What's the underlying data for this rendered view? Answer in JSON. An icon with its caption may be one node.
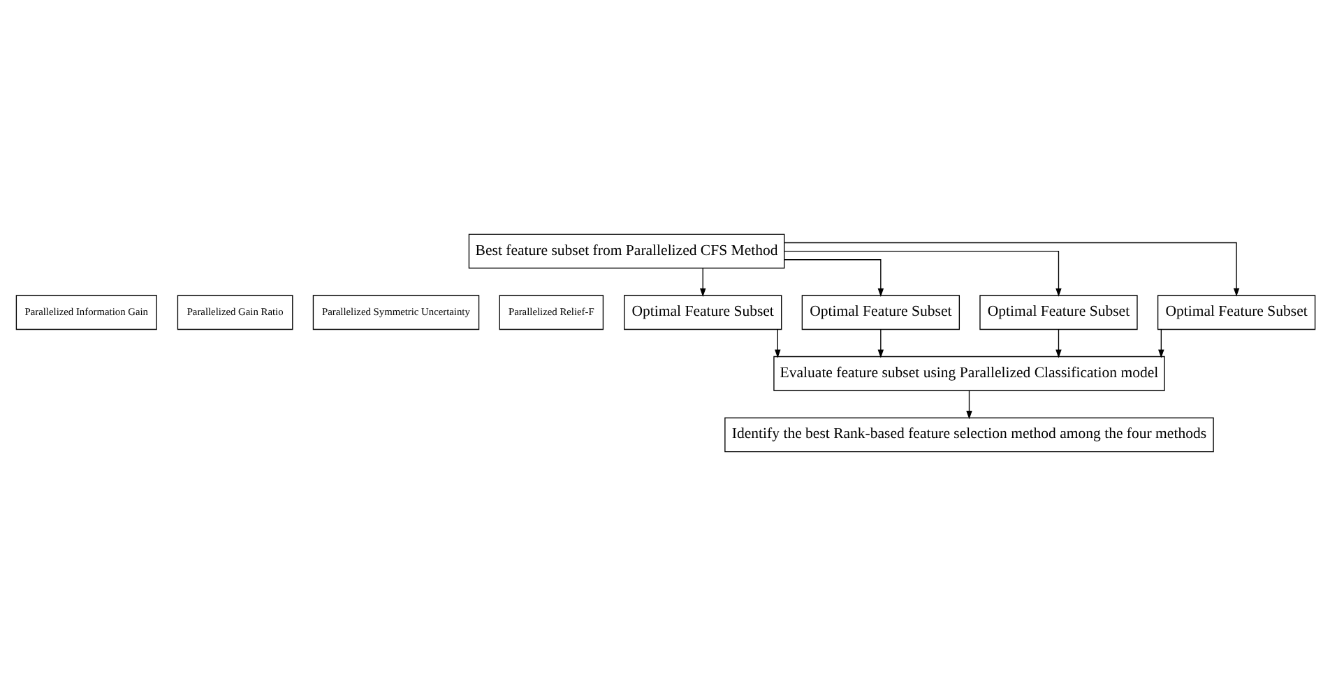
{
  "diagram": {
    "nodes": [
      {
        "text": [
          "Best feature subset from Parallelized CFS Method"
        ]
      },
      {
        "text": [
          "Parallelized Information Gain"
        ]
      },
      {
        "text": [
          "Parallelized Gain Ratio"
        ]
      },
      {
        "text": [
          "Parallelized Symmetric Uncertainty"
        ]
      },
      {
        "text": [
          "Parallelized Relief-F"
        ]
      },
      {
        "text": [
          "Optimal Feature Subset"
        ]
      },
      {
        "text": [
          "Optimal Feature Subset"
        ]
      },
      {
        "text": [
          "Optimal Feature Subset"
        ]
      },
      {
        "text": [
          "Optimal Feature Subset"
        ]
      },
      {
        "text": [
          "Evaluate feature subset using Parallelized Classification model"
        ]
      },
      {
        "text": [
          "Identify the best Rank-based feature selection method among the four methods"
        ]
      }
    ],
    "edges": [
      {
        "from": 0,
        "to": 5,
        "arrow": "to"
      },
      {
        "from": 0,
        "to": 6,
        "arrow": "to"
      },
      {
        "from": 0,
        "to": 7,
        "arrow": "to"
      },
      {
        "from": 0,
        "to": 8,
        "arrow": "to"
      },
      {
        "from": 5,
        "to": 9,
        "arrow": "to"
      },
      {
        "from": 6,
        "to": 9,
        "arrow": "to"
      },
      {
        "from": 7,
        "to": 9,
        "arrow": "to"
      },
      {
        "from": 8,
        "to": 9,
        "arrow": "to"
      },
      {
        "from": 9,
        "to": 10,
        "arrow": "to"
      }
    ]
  }
}
